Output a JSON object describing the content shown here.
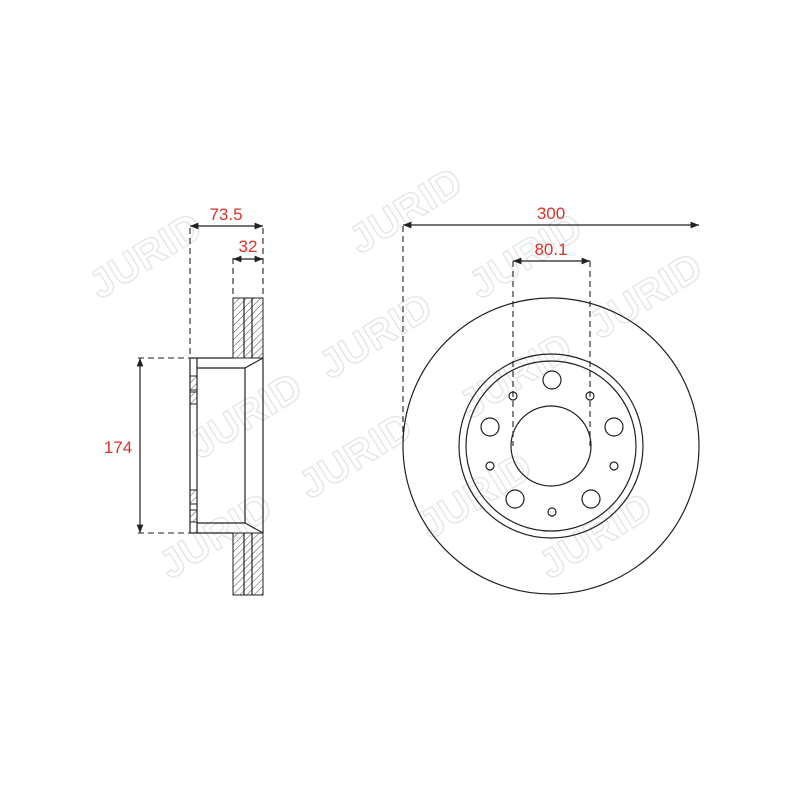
{
  "watermark": {
    "brand": "JURID"
  },
  "dimensions": {
    "hub_height": "73.5",
    "disc_thickness": "32",
    "center_bore_height": "174",
    "outer_diameter": "300",
    "center_bore": "80.1"
  },
  "colors": {
    "dimension_text": "#d9342b",
    "line": "#222222",
    "watermark": "#e6e6e6"
  }
}
